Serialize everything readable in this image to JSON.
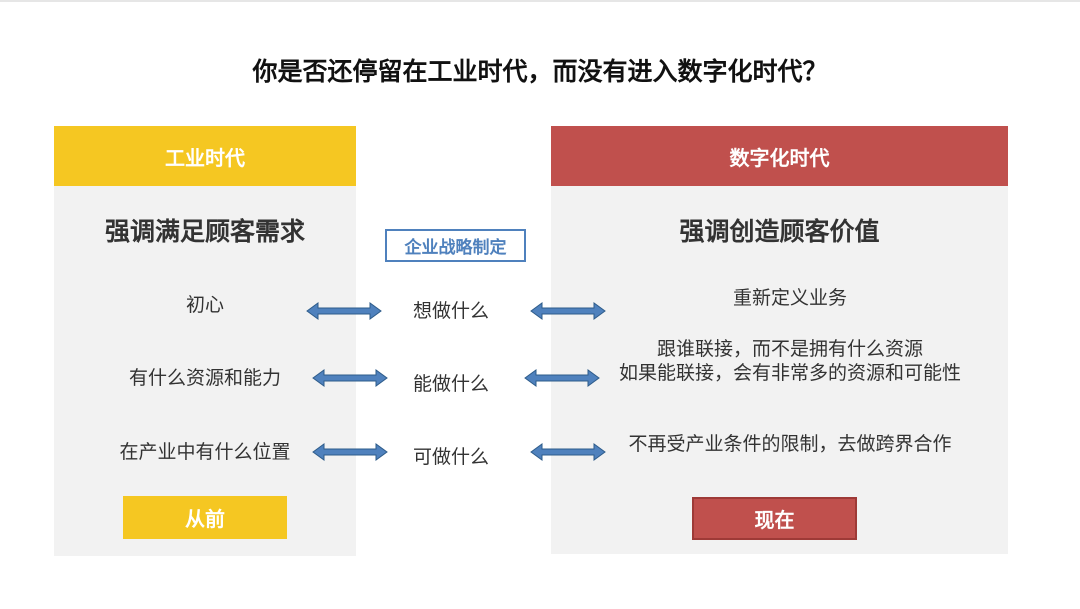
{
  "title": "你是否还停留在工业时代，而没有进入数字化时代？",
  "left": {
    "header": "工业时代",
    "subtitle": "强调满足顾客需求",
    "items": [
      "初心",
      "有什么资源和能力",
      "在产业中有什么位置"
    ],
    "tag": "从前"
  },
  "middle": {
    "box": "企业战略制定",
    "labels": [
      "想做什么",
      "能做什么",
      "可做什么"
    ]
  },
  "right": {
    "header": "数字化时代",
    "subtitle": "强调创造顾客价值",
    "items": [
      [
        "重新定义业务"
      ],
      [
        "跟谁联接，而不是拥有什么资源",
        "如果能联接，会有非常多的资源和可能性"
      ],
      [
        "不再受产业条件的限制，去做跨界合作"
      ]
    ],
    "tag": "现在"
  },
  "colors": {
    "yellow": "#f5c722",
    "red": "#c0504d",
    "blue": "#4f81bd",
    "panel_bg": "#f2f2f2"
  }
}
